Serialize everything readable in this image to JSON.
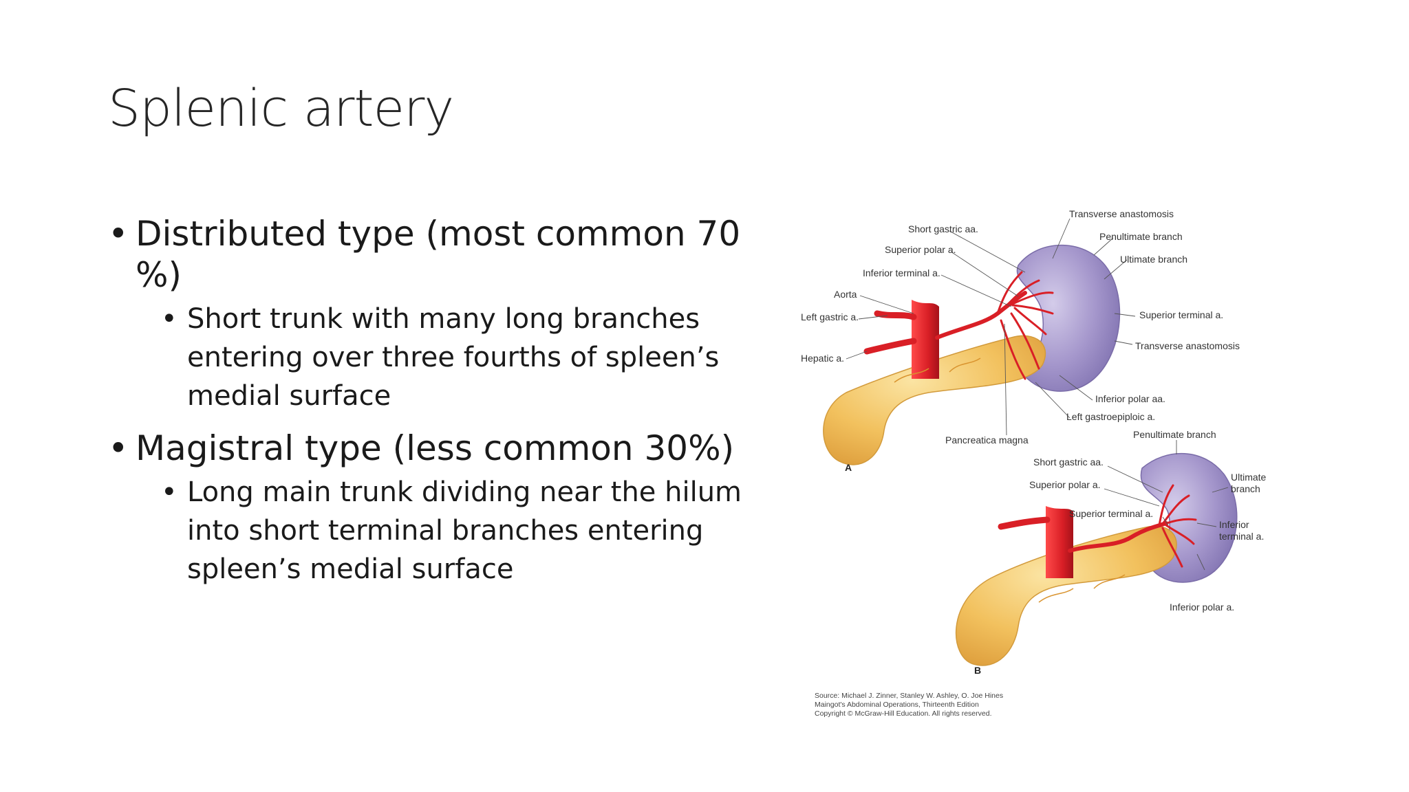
{
  "slide": {
    "title": "Splenic artery",
    "bullets": [
      {
        "text": "Distributed type (most common 70 %)",
        "sub": "Short trunk with many long branches entering over three fourths of spleen’s medial surface"
      },
      {
        "text": "Magistral type (less common 30%)",
        "sub": "Long main trunk dividing near the hilum into short terminal branches entering spleen’s medial surface"
      }
    ]
  },
  "figure": {
    "panel_a": {
      "letter": "A",
      "labels": {
        "transverse_anastomosis_top": "Transverse anastomosis",
        "short_gastric": "Short gastric aa.",
        "penultimate": "Penultimate branch",
        "superior_polar": "Superior polar a.",
        "ultimate": "Ultimate branch",
        "inferior_terminal": "Inferior terminal a.",
        "aorta": "Aorta",
        "left_gastric": "Left gastric a.",
        "superior_terminal": "Superior terminal a.",
        "transverse_anastomosis": "Transverse anastomosis",
        "hepatic": "Hepatic a.",
        "inferior_polar": "Inferior polar aa.",
        "left_gastroepiploic": "Left gastroepiploic a.",
        "pancreatica_magna": "Pancreatica magna"
      }
    },
    "panel_b": {
      "letter": "B",
      "labels": {
        "penultimate": "Penultimate branch",
        "short_gastric": "Short gastric aa.",
        "ultimate_1": "Ultimate",
        "ultimate_2": "branch",
        "superior_polar": "Superior polar a.",
        "superior_terminal": "Superior terminal a.",
        "inferior_terminal_1": "Inferior",
        "inferior_terminal_2": "terminal a.",
        "inferior_polar": "Inferior polar a."
      }
    },
    "source_lines": [
      "Source: Michael J. Zinner, Stanley W. Ashley, O. Joe Hines",
      "Maingot's Abdominal Operations, Thirteenth Edition",
      "Copyright © McGraw-Hill Education. All rights reserved."
    ]
  },
  "colors": {
    "artery": "#d91f26",
    "pancreas": "#f2c15e",
    "spleen": "#9d8fc4"
  }
}
